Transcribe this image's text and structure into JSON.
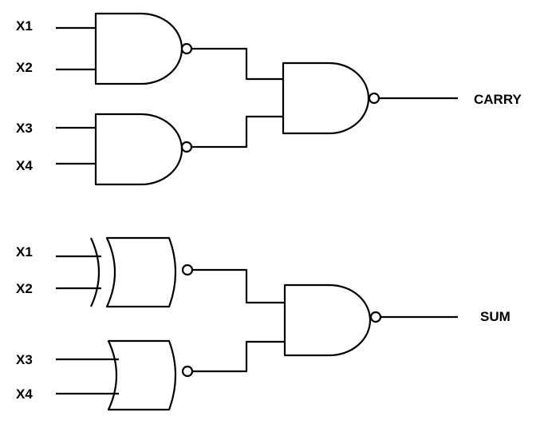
{
  "top_circuit": {
    "inputs": [
      "X1",
      "X2",
      "X3",
      "X4"
    ],
    "output": "CARRY"
  },
  "bottom_circuit": {
    "inputs": [
      "X1",
      "X2",
      "X3",
      "X4"
    ],
    "output": "SUM"
  }
}
